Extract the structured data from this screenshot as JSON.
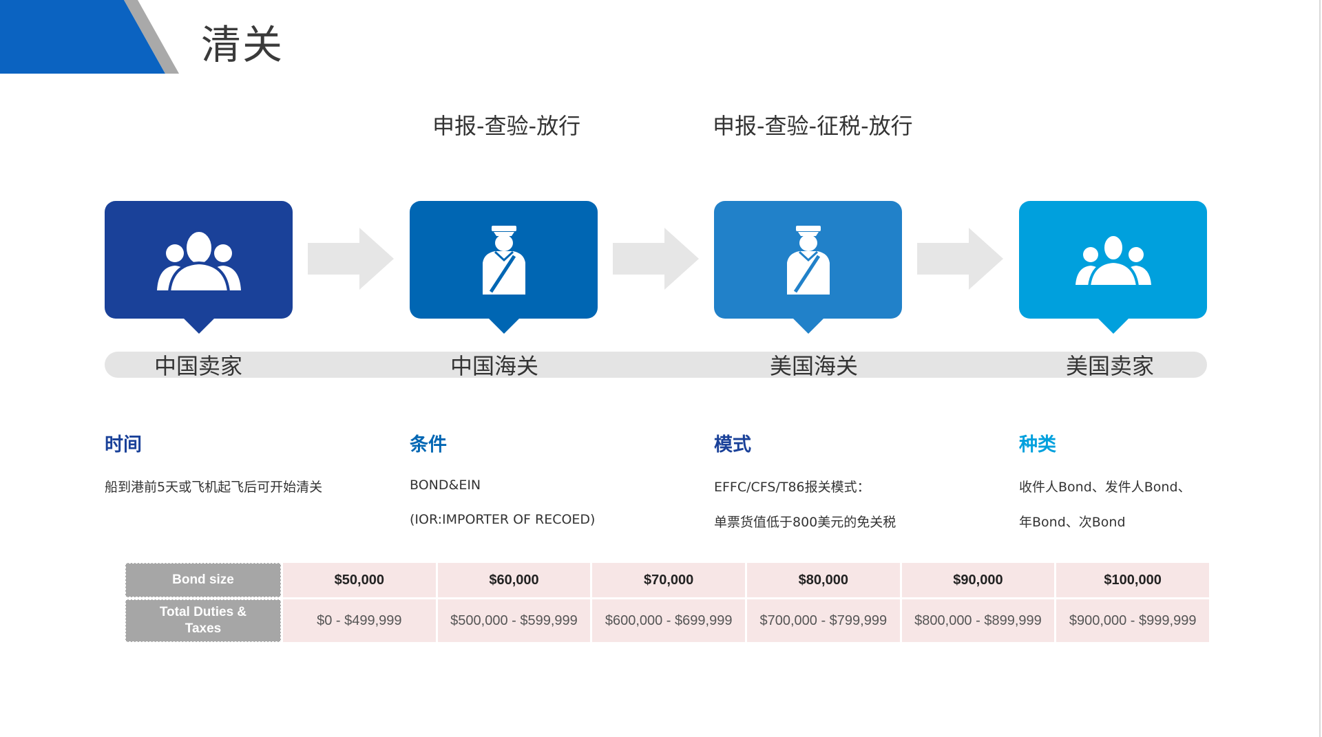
{
  "page": {
    "title": "清关"
  },
  "processes": [
    "申报-查验-放行",
    "申报-查验-征税-放行"
  ],
  "stages": [
    {
      "name": "中国卖家",
      "icon": "group-icon",
      "color": "#1a4199"
    },
    {
      "name": "中国海关",
      "icon": "customs-officer-icon",
      "color": "#0066b3"
    },
    {
      "name": "美国海关",
      "icon": "customs-officer-icon",
      "color": "#2181c9"
    },
    {
      "name": "美国卖家",
      "icon": "group-icon",
      "color": "#00a0dd"
    }
  ],
  "info": [
    {
      "heading": "时间",
      "lines": [
        "船到港前5天或飞机起飞后可开始清关"
      ],
      "color": "#1a4199"
    },
    {
      "heading": "条件",
      "lines": [
        "BOND&EIN",
        "(IOR:IMPORTER OF RECOED)"
      ],
      "color": "#0066b3"
    },
    {
      "heading": "模式",
      "lines": [
        "EFFC/CFS/T86报关模式：",
        "单票货值低于800美元的免关税"
      ],
      "color": "#1a4199"
    },
    {
      "heading": "种类",
      "lines": [
        "收件人Bond、发件人Bond、",
        "年Bond、次Bond"
      ],
      "color": "#00a0dd"
    }
  ],
  "bond_table": {
    "row_headers": [
      "Bond size",
      "Total Duties & Taxes"
    ],
    "bond_sizes": [
      "$50,000",
      "$60,000",
      "$70,000",
      "$80,000",
      "$90,000",
      "$100,000"
    ],
    "duty_ranges": [
      "$0 - $499,999",
      "$500,000 - $599,999",
      "$600,000 - $699,999",
      "$700,000 - $799,999",
      "$800,000 - $899,999",
      "$900,000 - $999,999"
    ]
  },
  "colors": {
    "accent": "#0b63c1",
    "arrow": "#e6e6e6",
    "table_header": "#a6a6a6",
    "table_cell": "#f7e6e6"
  }
}
